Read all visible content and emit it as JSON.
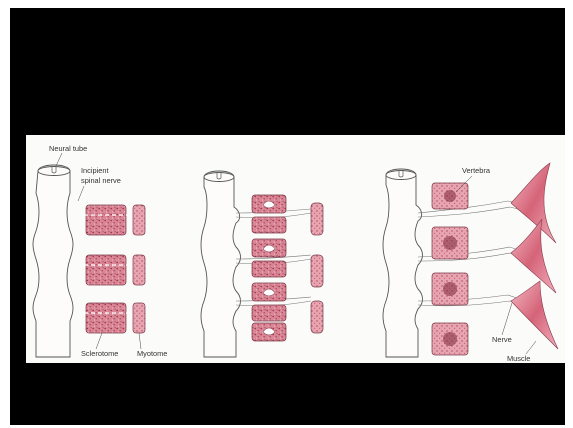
{
  "frame": {
    "background": "#000000"
  },
  "figure": {
    "background": "#fbfbf9",
    "tissue_color": "#c25468",
    "tissue_light": "#f2c5cd",
    "labels": {
      "neural_tube": "Neural tube",
      "incipient_line1": "Incipient",
      "incipient_line2": "spinal nerve",
      "sclerotome": "Sclerotome",
      "myotome": "Myotome",
      "vertebra": "Vertebra",
      "nerve": "Nerve",
      "muscle": "Muscle"
    }
  }
}
